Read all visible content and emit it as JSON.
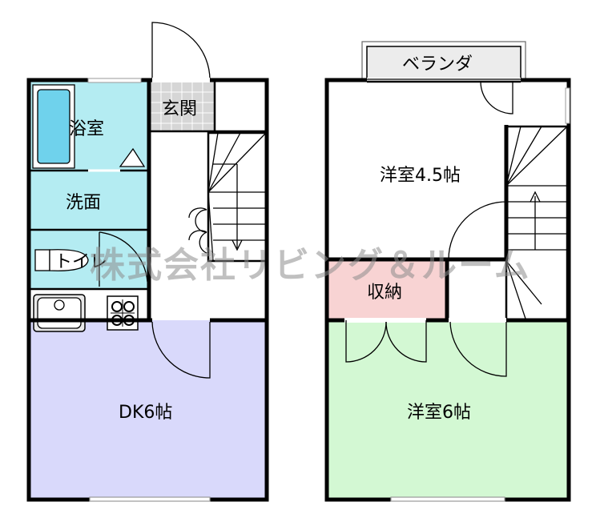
{
  "rooms": {
    "bath": "浴室",
    "entrance": "玄関",
    "washroom": "洗面",
    "toilet": "トイレ",
    "dk": "DK6帖",
    "balcony": "ベランダ",
    "western_small": "洋室4.5帖",
    "storage": "収納",
    "western_large": "洋室6帖"
  },
  "watermark": "株式会社リビング＆ルーム",
  "colors": {
    "wet_area": "#b4ecf2",
    "dk": "#d9d9fb",
    "storage": "#f8d3d3",
    "western_large": "#d3f8d3",
    "entrance_tile": "#d6d6d6",
    "bathtub": "#6fd2ec",
    "balcony": "#ececec"
  }
}
